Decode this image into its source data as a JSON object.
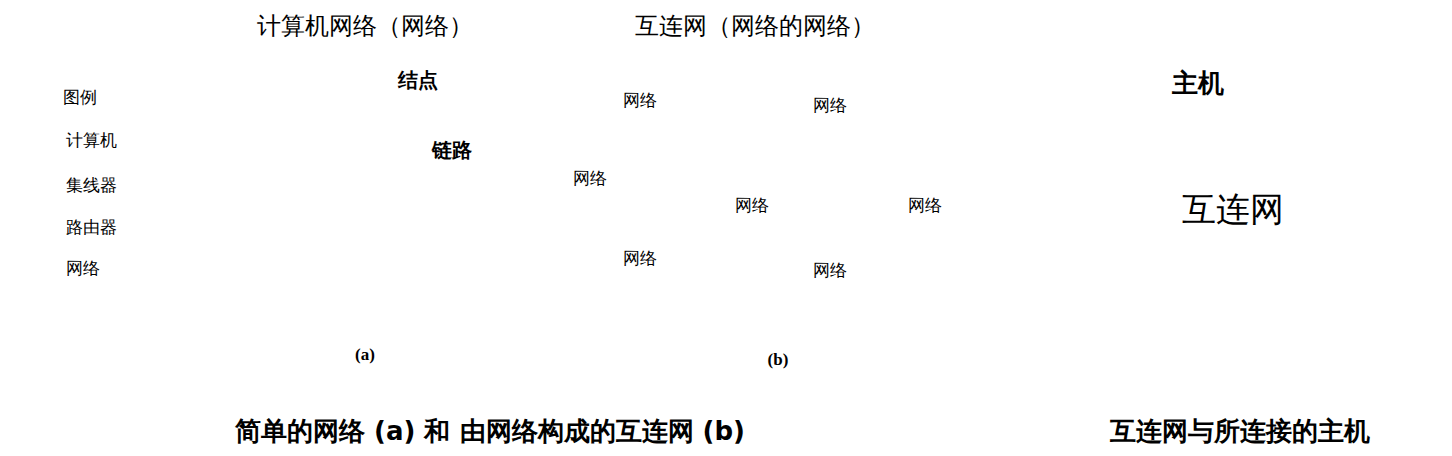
{
  "diagram": {
    "caption": "简单的网络 (a) 和 由网络构成的互连网 (b)",
    "nodes": [
      {
        "text": [
          "计算机网络（网络）"
        ]
      },
      {
        "text": [
          "互连网（网络的网络）"
        ]
      },
      {
        "text": [
          "网络"
        ],
        "in": 1
      },
      {
        "text": [
          "网络"
        ],
        "in": 1
      },
      {
        "text": [
          "网络"
        ],
        "in": 1
      },
      {
        "text": [
          "网络"
        ],
        "in": 1
      },
      {
        "text": [
          "网络"
        ],
        "in": 1
      },
      {
        "text": [
          "网络"
        ],
        "in": 1
      },
      {
        "text": [
          "网络"
        ],
        "in": 1
      },
      {
        "text": [
          "互连网"
        ]
      }
    ],
    "labels": [
      "图例",
      "结点",
      "链路",
      "(a)",
      "(b)",
      "主机",
      "互连网与所连接的主机"
    ],
    "legend": [
      {
        "text": "计算机"
      },
      {
        "text": "集线器"
      },
      {
        "text": "路由器"
      },
      {
        "text": "网络"
      }
    ]
  }
}
